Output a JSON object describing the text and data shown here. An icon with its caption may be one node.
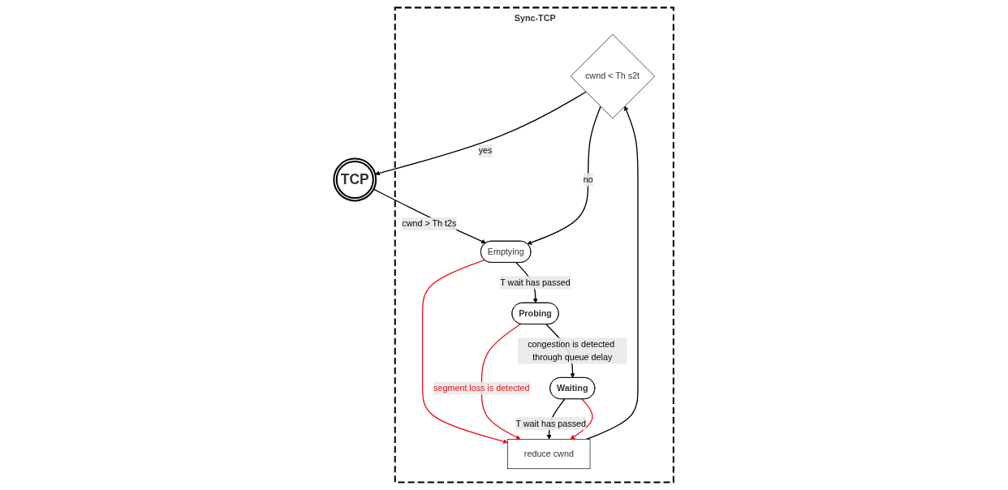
{
  "diagram": {
    "nodes": [
      {
        "text": [
          "Sync-TCP"
        ]
      },
      {
        "text": [
          "TCP"
        ]
      },
      {
        "text": [
          "cwnd < Th s2t"
        ],
        "in": 0
      },
      {
        "text": [
          "reduce cwnd"
        ],
        "in": 0
      },
      {
        "text": [
          "Emptying"
        ],
        "in": 0
      },
      {
        "text": [
          "Probing"
        ],
        "in": 0
      },
      {
        "text": [
          "Waiting"
        ],
        "in": 0
      }
    ],
    "edges": [
      {
        "from": 2,
        "to": 1,
        "arrow": "to",
        "label": "yes"
      },
      {
        "from": 2,
        "to": 4,
        "arrow": "to",
        "label": "no"
      },
      {
        "from": 1,
        "to": 4,
        "arrow": "to",
        "label": "cwnd > Th t2s"
      },
      {
        "from": 3,
        "to": 2,
        "arrow": "to"
      },
      {
        "from": 6,
        "to": 3,
        "arrow": "to",
        "label": "T wait has passed"
      },
      {
        "from": 4,
        "to": 3,
        "arrow": "to",
        "color": "#e8141c"
      },
      {
        "from": 5,
        "to": 3,
        "arrow": "to",
        "color": "#e8141c",
        "label": "segment loss is detected"
      },
      {
        "from": 6,
        "to": 3,
        "arrow": "to",
        "color": "#e8141c"
      },
      {
        "from": 4,
        "to": 5,
        "arrow": "to",
        "label": "T wait has passed"
      },
      {
        "from": 5,
        "to": 6,
        "arrow": "to",
        "label": "congestion is detected through queue delay"
      }
    ]
  }
}
